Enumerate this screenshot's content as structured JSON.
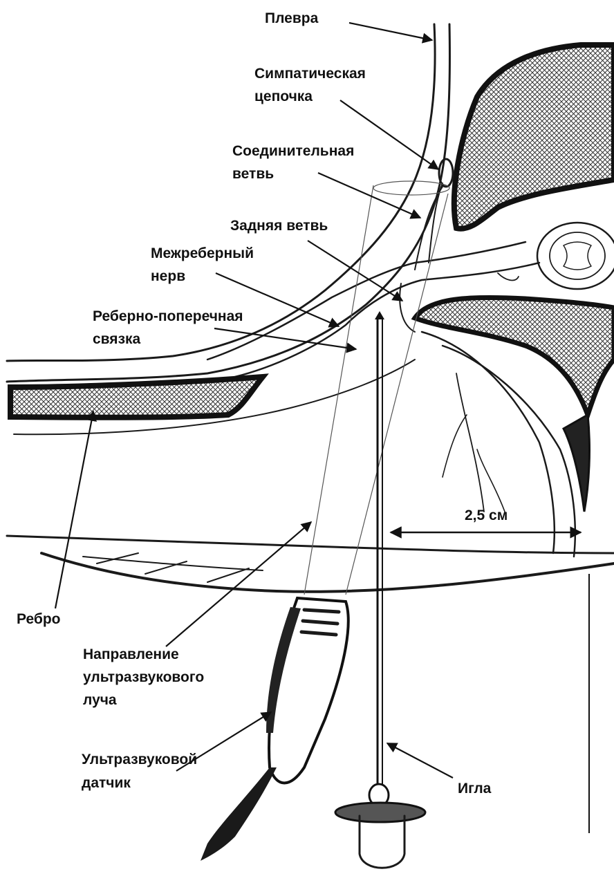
{
  "labels": {
    "pleura": "Плевра",
    "sympathetic_chain": [
      "Симпатическая",
      "цепочка"
    ],
    "connecting_branch": [
      "Соединительная",
      "ветвь"
    ],
    "posterior_branch": "Задняя ветвь",
    "intercostal_nerve": [
      "Межреберный",
      "нерв"
    ],
    "costotransverse_ligament": [
      "Реберно-поперечная",
      "связка"
    ],
    "rib": "Ребро",
    "ultrasound_beam_direction": [
      "Направление",
      "ультразвукового",
      "луча"
    ],
    "ultrasound_probe": [
      "Ультразвуковой",
      "датчик"
    ],
    "needle": "Игла",
    "distance": "2,5 см"
  },
  "colors": {
    "ink": "#1a1a1a",
    "hatch": "#333333",
    "paper": "#ffffff"
  }
}
